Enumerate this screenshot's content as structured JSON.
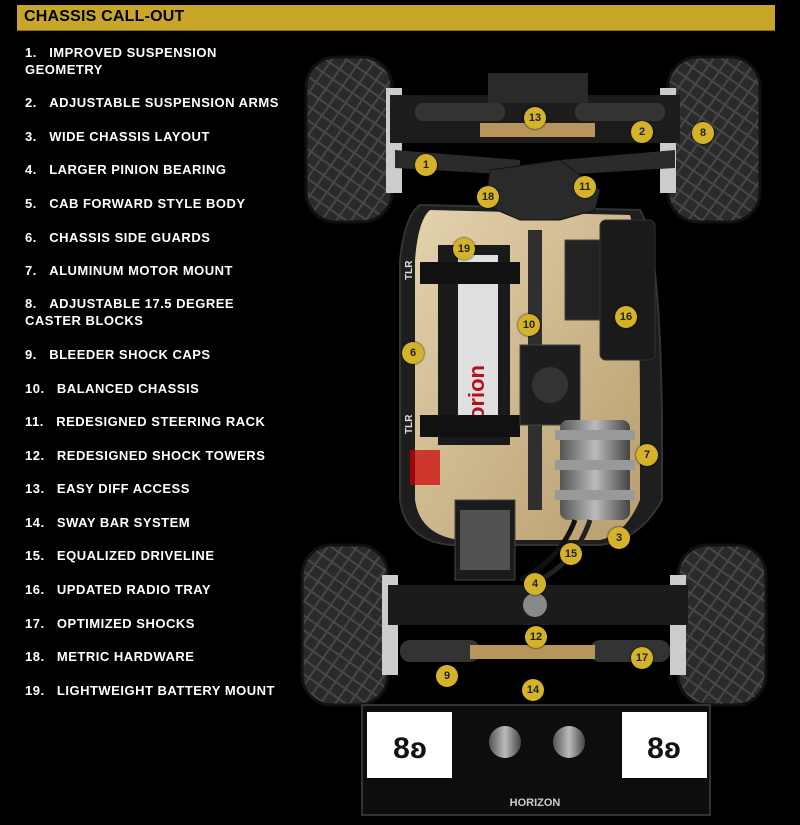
{
  "header": {
    "title": "CHASSIS CALL-OUT"
  },
  "features": [
    {
      "num": "1.",
      "label": "IMPROVED SUSPENSION",
      "label2": "GEOMETRY"
    },
    {
      "num": "2.",
      "label": "ADJUSTABLE SUSPENSION ARMS"
    },
    {
      "num": "3.",
      "label": "WIDE CHASSIS LAYOUT"
    },
    {
      "num": "4.",
      "label": "LARGER PINION BEARING"
    },
    {
      "num": "5.",
      "label": "CAB FORWARD STYLE BODY"
    },
    {
      "num": "6.",
      "label": "CHASSIS SIDE GUARDS"
    },
    {
      "num": "7.",
      "label": "ALUMINUM MOTOR MOUNT"
    },
    {
      "num": "8.",
      "label": "ADJUSTABLE 17.5 DEGREE",
      "label2": "CASTER BLOCKS"
    },
    {
      "num": "9.",
      "label": "BLEEDER SHOCK CAPS"
    },
    {
      "num": "10.",
      "label": "BALANCED CHASSIS"
    },
    {
      "num": "11.",
      "label": "REDESIGNED STEERING RACK"
    },
    {
      "num": "12.",
      "label": "REDESIGNED SHOCK TOWERS"
    },
    {
      "num": "13.",
      "label": "EASY DIFF ACCESS"
    },
    {
      "num": "14.",
      "label": "SWAY BAR SYSTEM"
    },
    {
      "num": "15.",
      "label": "EQUALIZED DRIVELINE"
    },
    {
      "num": "16.",
      "label": "UPDATED RADIO TRAY"
    },
    {
      "num": "17.",
      "label": "OPTIMIZED SHOCKS"
    },
    {
      "num": "18.",
      "label": "METRIC HARDWARE"
    },
    {
      "num": "19.",
      "label": "LIGHTWEIGHT BATTERY MOUNT"
    }
  ],
  "callouts": {
    "c1": "1",
    "c2": "2",
    "c3": "3",
    "c4": "4",
    "c6": "6",
    "c7": "7",
    "c8": "8",
    "c9": "9",
    "c10": "10",
    "c11": "11",
    "c12": "12",
    "c13": "13",
    "c14": "14",
    "c15": "15",
    "c16": "16",
    "c17": "17",
    "c18": "18",
    "c19": "19"
  },
  "car_markings": {
    "battery_brand": "orion",
    "strap_logo": "TLR",
    "wing_model": "8ʚ",
    "wing_brand": "HORIZON"
  },
  "colors": {
    "accent": "#d4b22a",
    "header_bg": "#c8a62a",
    "chassis": "#cbb58f"
  }
}
